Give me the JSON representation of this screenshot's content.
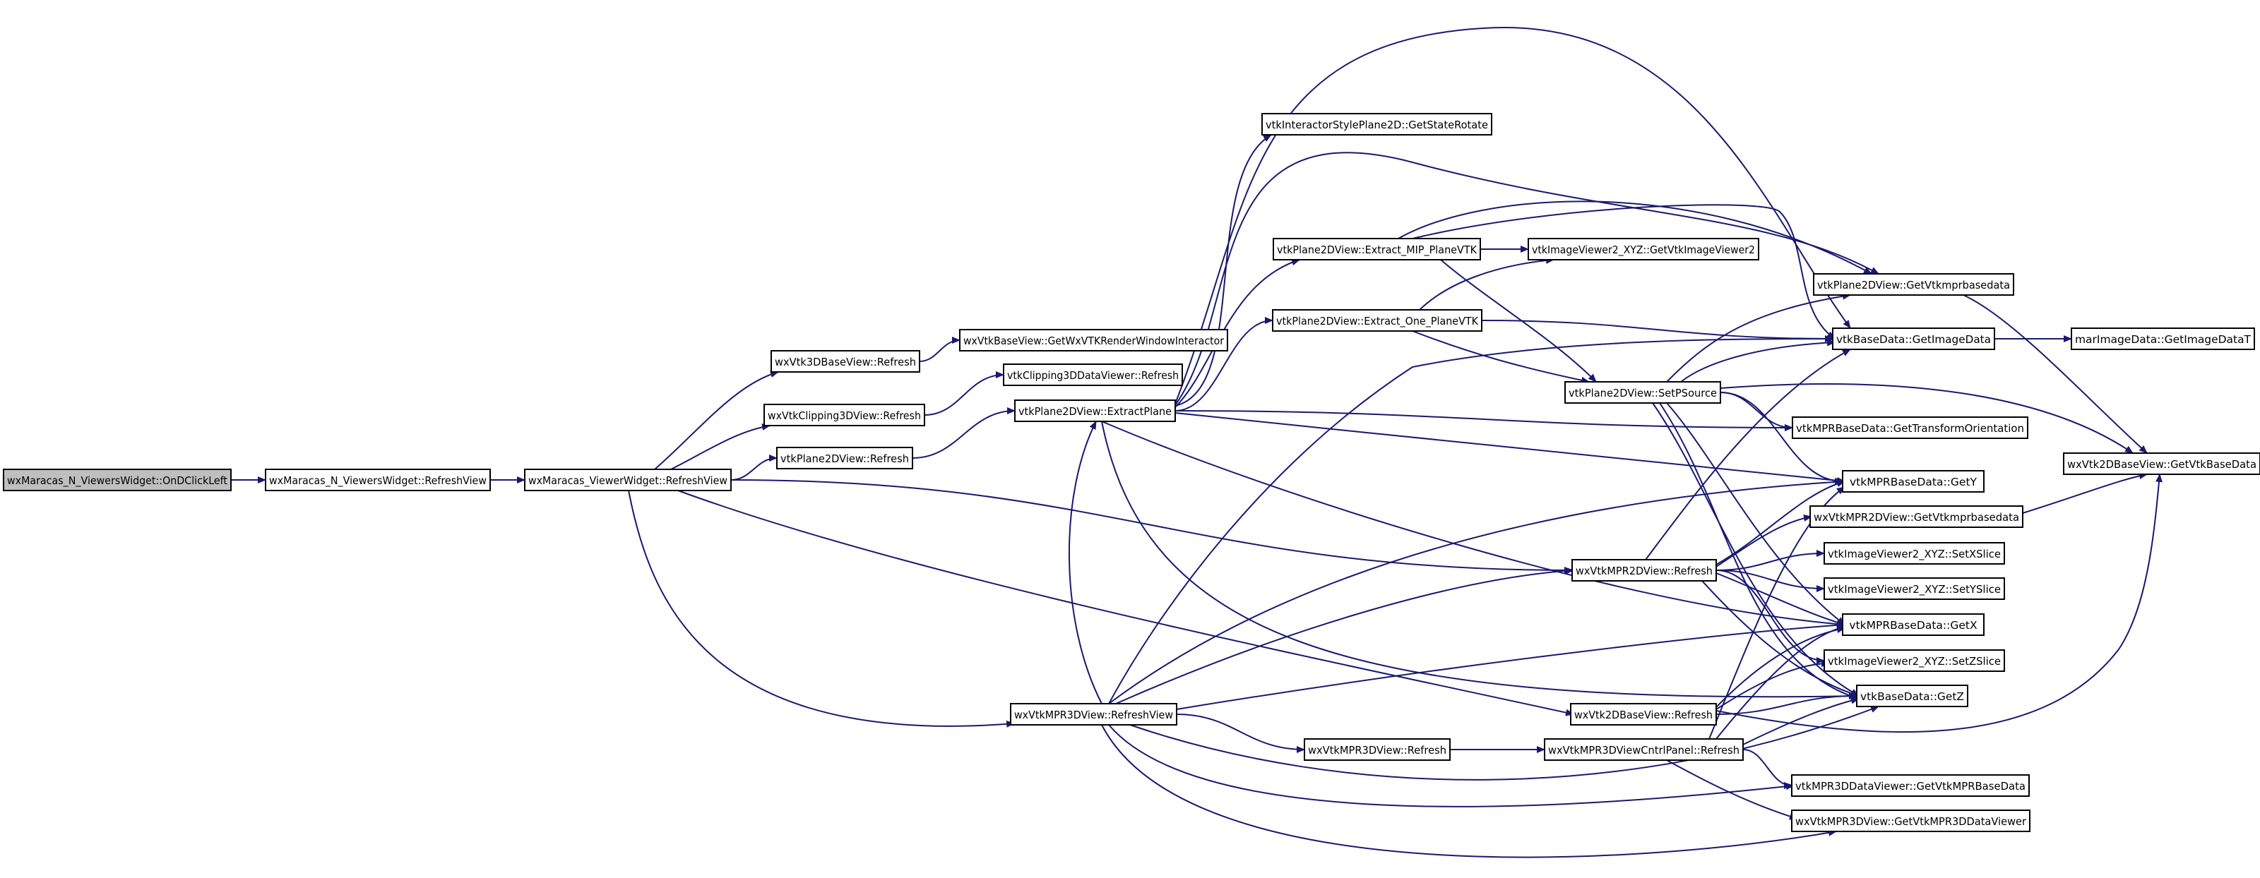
{
  "graph": {
    "edge_color": "#191970",
    "root_fill": "#bfbfbf",
    "nodes": [
      {
        "id": "n0",
        "label": "wxMaracas_N_ViewersWidget::OnDClickLeft",
        "root": true
      },
      {
        "id": "n1",
        "label": "wxMaracas_N_ViewersWidget::RefreshView"
      },
      {
        "id": "n2",
        "label": "wxMaracas_ViewerWidget::RefreshView"
      },
      {
        "id": "n3",
        "label": "wxVtk3DBaseView::Refresh"
      },
      {
        "id": "n4",
        "label": "wxVtkBaseView::GetWxVTKRenderWindowInteractor"
      },
      {
        "id": "n5",
        "label": "wxVtkClipping3DView::Refresh"
      },
      {
        "id": "n6",
        "label": "vtkClipping3DDataViewer::Refresh"
      },
      {
        "id": "n7",
        "label": "vtkPlane2DView::Refresh"
      },
      {
        "id": "n8",
        "label": "vtkPlane2DView::ExtractPlane"
      },
      {
        "id": "n9",
        "label": "vtkInteractorStylePlane2D::GetStateRotate"
      },
      {
        "id": "n10",
        "label": "vtkPlane2DView::Extract_MIP_PlaneVTK"
      },
      {
        "id": "n11",
        "label": "vtkImageViewer2_XYZ::GetVtkImageViewer2"
      },
      {
        "id": "n12",
        "label": "vtkPlane2DView::Extract_One_PlaneVTK"
      },
      {
        "id": "n13",
        "label": "vtkPlane2DView::GetVtkmprbasedata"
      },
      {
        "id": "n14",
        "label": "vtkBaseData::GetImageData"
      },
      {
        "id": "n15",
        "label": "marImageData::GetImageDataT"
      },
      {
        "id": "n16",
        "label": "vtkPlane2DView::SetPSource"
      },
      {
        "id": "n17",
        "label": "vtkMPRBaseData::GetTransformOrientation"
      },
      {
        "id": "n18",
        "label": "wxVtk2DBaseView::GetVtkBaseData"
      },
      {
        "id": "n19",
        "label": "vtkMPRBaseData::GetY"
      },
      {
        "id": "n20",
        "label": "wxVtkMPR2DView::GetVtkmprbasedata"
      },
      {
        "id": "n21",
        "label": "wxVtkMPR2DView::Refresh"
      },
      {
        "id": "n22",
        "label": "vtkImageViewer2_XYZ::SetXSlice"
      },
      {
        "id": "n23",
        "label": "vtkImageViewer2_XYZ::SetYSlice"
      },
      {
        "id": "n24",
        "label": "vtkMPRBaseData::GetX"
      },
      {
        "id": "n25",
        "label": "vtkImageViewer2_XYZ::SetZSlice"
      },
      {
        "id": "n26",
        "label": "wxVtkMPR3DView::RefreshView"
      },
      {
        "id": "n27",
        "label": "wxVtk2DBaseView::Refresh"
      },
      {
        "id": "n28",
        "label": "vtkBaseData::GetZ"
      },
      {
        "id": "n29",
        "label": "wxVtkMPR3DView::Refresh"
      },
      {
        "id": "n30",
        "label": "wxVtkMPR3DViewCntrlPanel::Refresh"
      },
      {
        "id": "n31",
        "label": "vtkMPR3DDataViewer::GetVtkMPRBaseData"
      },
      {
        "id": "n32",
        "label": "wxVtkMPR3DView::GetVtkMPR3DDataViewer"
      }
    ]
  }
}
